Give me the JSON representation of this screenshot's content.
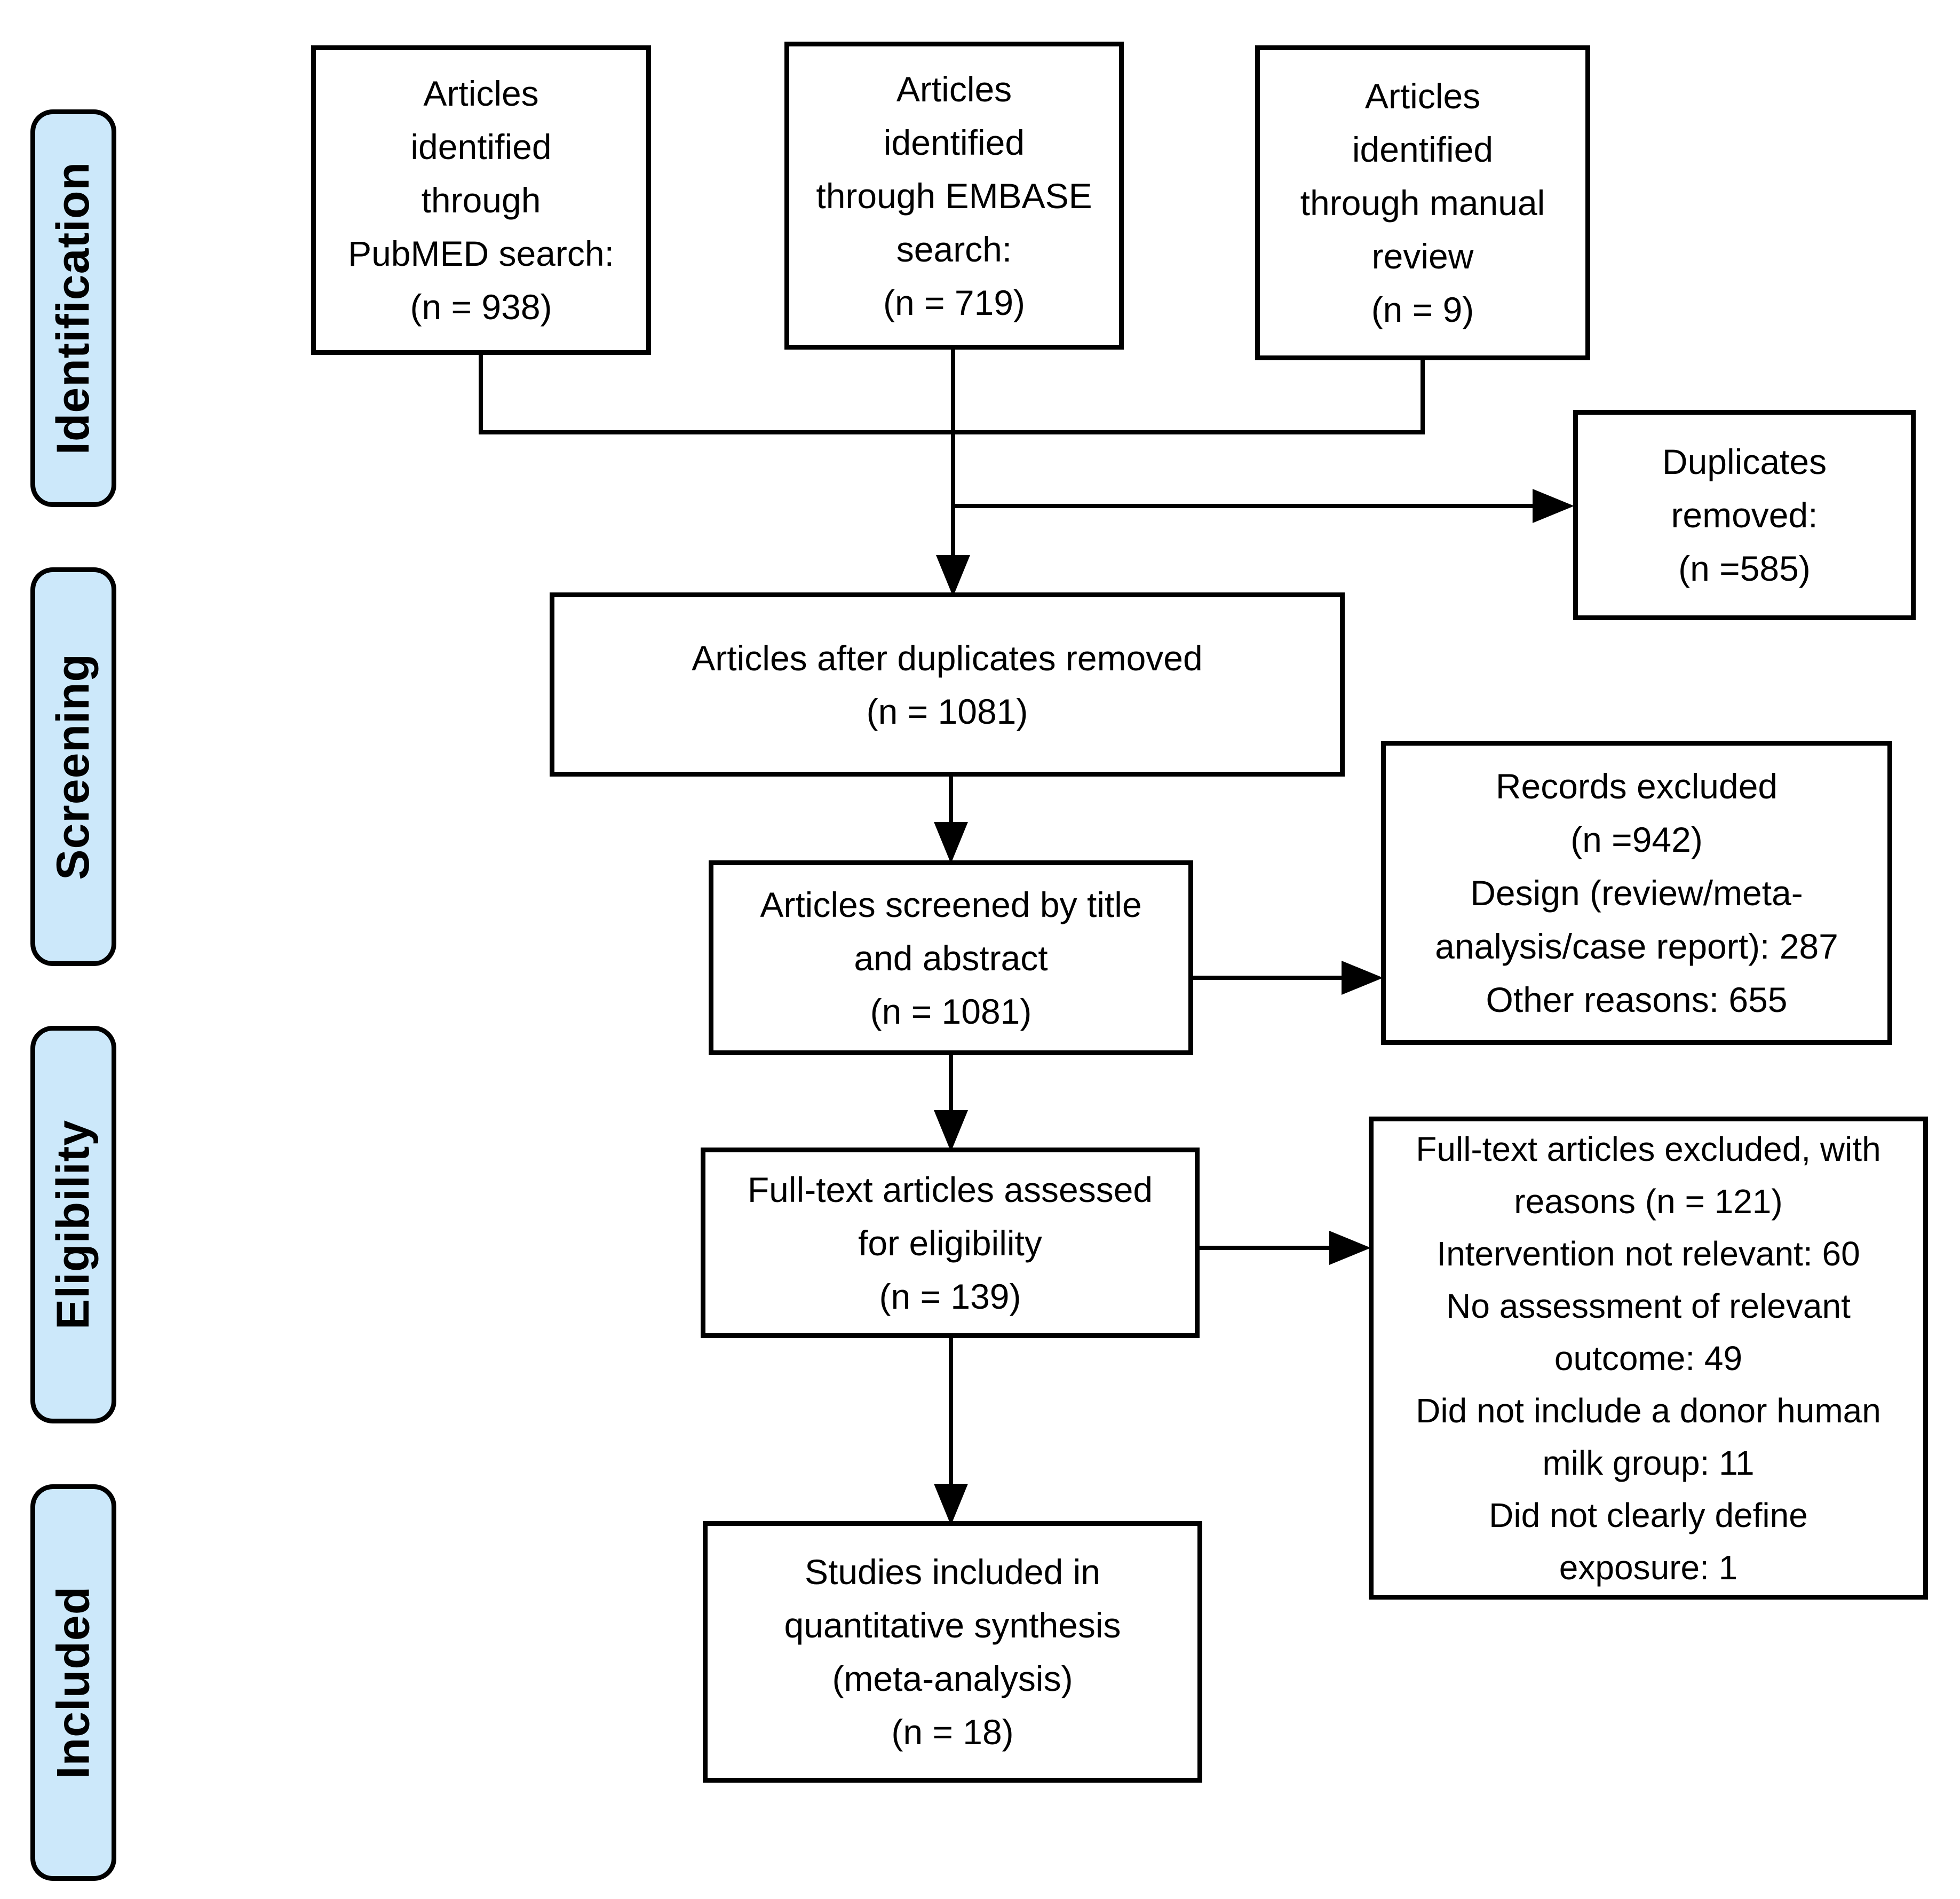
{
  "sidebar": {
    "identification": "Identification",
    "screening": "Screening",
    "eligibility": "Eligibility",
    "included": "Included"
  },
  "boxes": {
    "pubmed": "Articles\nidentified\nthrough\nPubMED search:\n(n = 938)",
    "embase": "Articles\nidentified\nthrough EMBASE\nsearch:\n(n = 719)",
    "manual": "Articles\nidentified\nthrough manual\nreview\n(n = 9)",
    "duplicates_removed": "Duplicates\nremoved:\n(n =585)",
    "after_duplicates": "Articles after duplicates removed\n(n = 1081)",
    "screened": "Articles screened by title\nand abstract\n(n = 1081)",
    "records_excluded": "Records excluded\n(n =942)\nDesign (review/meta-\nanalysis/case report): 287\nOther reasons: 655",
    "fulltext_assessed": "Full-text articles assessed\nfor eligibility\n(n = 139)",
    "fulltext_excluded": "Full-text articles excluded, with\nreasons (n = 121)\nIntervention not relevant: 60\nNo assessment of relevant\noutcome: 49\nDid not include a donor human\nmilk group: 11\nDid not clearly define\nexposure: 1",
    "included_synthesis": "Studies included in\nquantitative synthesis\n(meta-analysis)\n(n = 18)"
  },
  "colors": {
    "sidebar_fill": "#cce8fa",
    "line": "#000000"
  }
}
